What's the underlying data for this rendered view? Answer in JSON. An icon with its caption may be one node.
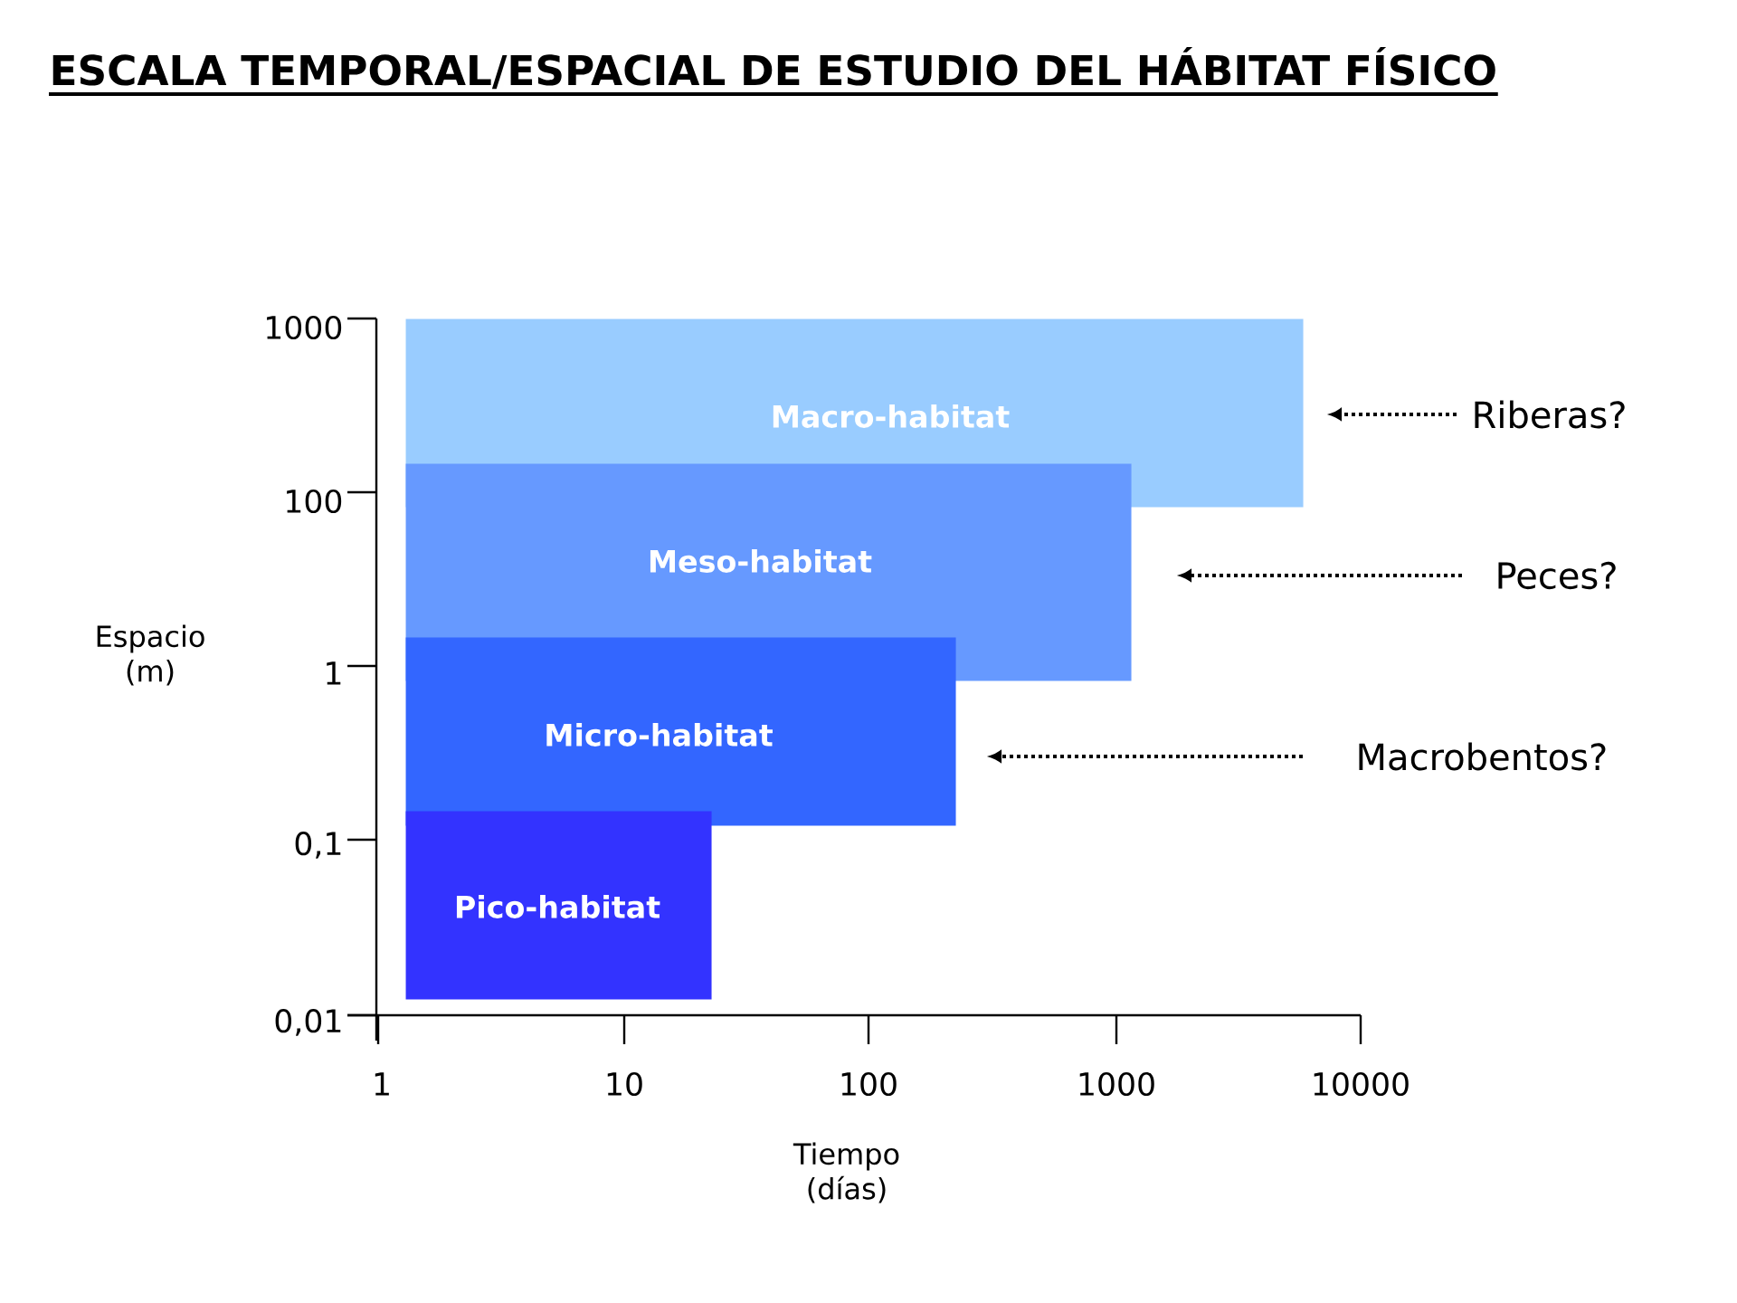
{
  "diagram": {
    "title": "ESCALA TEMPORAL/ESPACIAL DE ESTUDIO DEL HÁBITAT FÍSICO",
    "nodes": [
      {
        "text": [
          "Macro-habitat"
        ]
      },
      {
        "text": [
          "Meso-habitat"
        ]
      },
      {
        "text": [
          "Micro-habitat"
        ]
      },
      {
        "text": [
          "Pico-habitat"
        ]
      },
      {
        "text": [
          "Riberas?"
        ]
      },
      {
        "text": [
          "Peces?"
        ]
      },
      {
        "text": [
          "Macrobentos?"
        ]
      }
    ],
    "edges": [
      {
        "from": 4,
        "to": 0,
        "arrow": "to",
        "style": "dashed"
      },
      {
        "from": 5,
        "to": 1,
        "arrow": "to",
        "style": "dashed"
      },
      {
        "from": 6,
        "to": 2,
        "arrow": "to",
        "style": "dashed"
      }
    ],
    "labels": [
      "1000",
      "100",
      "1",
      "0,1",
      "0,01",
      "1",
      "10",
      "100",
      "1000",
      "10000",
      "Espacio (m)",
      "Tiempo (días)"
    ]
  }
}
